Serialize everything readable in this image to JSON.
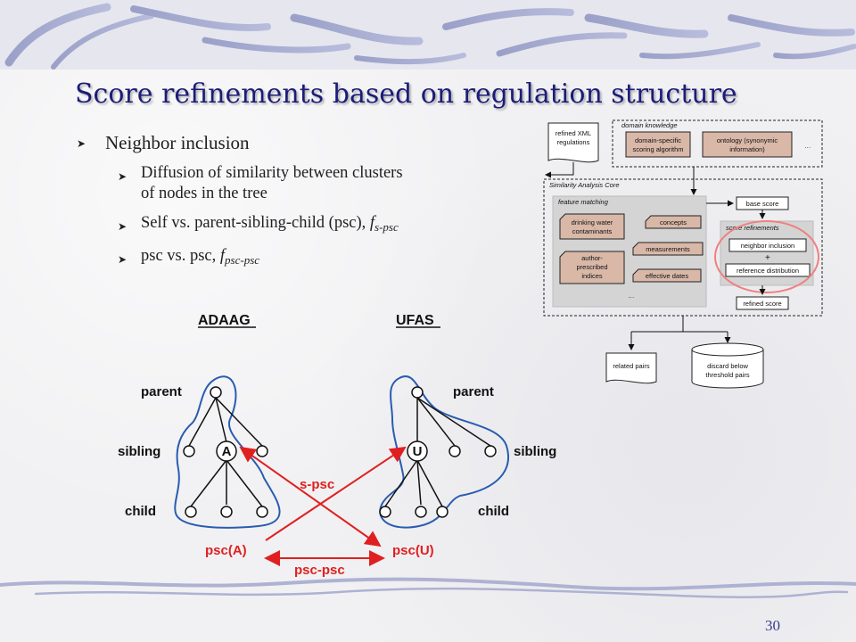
{
  "slide": {
    "title": "Score refinements based on regulation structure",
    "page_number": "30"
  },
  "bullets": {
    "level1": "Neighbor inclusion",
    "item1": {
      "line1": "Diffusion of similarity between clusters",
      "line2": "of nodes in the tree"
    },
    "item2": {
      "text": "Self vs. parent-sibling-child (psc),",
      "f": "f",
      "sub": "s-psc"
    },
    "item3": {
      "text": "psc vs. psc,",
      "f": "f",
      "sub": "psc-psc"
    }
  },
  "architecture": {
    "refined_xml": [
      "refined XML",
      "regulations"
    ],
    "domain_knowledge": "domain knowledge",
    "domain_specific": [
      "domain-specific",
      "scoring algorithm"
    ],
    "ontology": [
      "ontology (synonymic",
      "information)"
    ],
    "ellipsis": "…",
    "similarity_core": "Similarity Analysis Core",
    "feature_matching": "feature matching",
    "drinking_water": [
      "drinking water",
      "contaminants"
    ],
    "concepts": "concepts",
    "measurements": "measurements",
    "author_indices": [
      "author-",
      "prescribed",
      "indices"
    ],
    "effective_dates": "effective dates",
    "base_score": "base score",
    "score_refinements": "score refinements",
    "neighbor_inclusion": "neighbor inclusion",
    "plus": "+",
    "reference_distribution": "reference distribution",
    "refined_score": "refined score",
    "related_pairs": "related pairs",
    "discard": [
      "discard below",
      "threshold pairs"
    ]
  },
  "trees": {
    "left_title": "ADAAG",
    "right_title": "UFAS",
    "left_node": "A",
    "right_node": "U",
    "parent": "parent",
    "sibling": "sibling",
    "child": "child",
    "psc_a": "psc(A)",
    "psc_u": "psc(U)",
    "s_psc": "s-psc",
    "psc_psc": "psc-psc"
  },
  "colors": {
    "title": "#1c1c78",
    "red": "#e02020",
    "blue_outline": "#2a5cb0",
    "tan_box": "#d9b8a8",
    "highlight_circle": "#f08080"
  }
}
